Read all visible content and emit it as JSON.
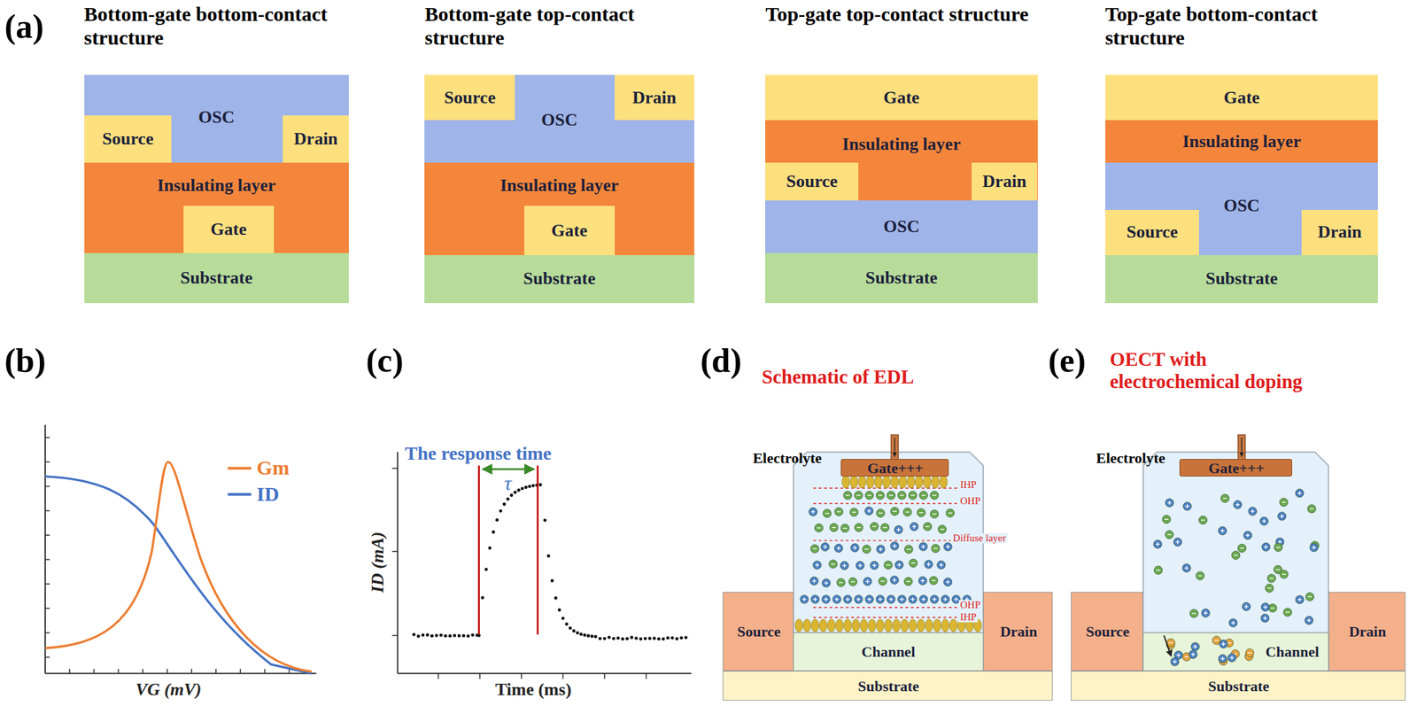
{
  "diagram": {
    "nodes": [
      {
        "text": [
          "OSC"
        ]
      },
      {
        "text": [
          "Source"
        ],
        "in": 0
      },
      {
        "text": [
          "Drain"
        ],
        "in": 0
      },
      {
        "text": [
          "Insulating layer"
        ]
      },
      {
        "text": [
          "Gate"
        ],
        "in": 3
      },
      {
        "text": [
          "Substrate"
        ]
      },
      {
        "text": [
          "OSC"
        ]
      },
      {
        "text": [
          "Source"
        ],
        "in": 6
      },
      {
        "text": [
          "Drain"
        ],
        "in": 6
      },
      {
        "text": [
          "Insulating layer"
        ]
      },
      {
        "text": [
          "Gate"
        ],
        "in": 9
      },
      {
        "text": [
          "Substrate"
        ]
      },
      {
        "text": [
          "Gate"
        ]
      },
      {
        "text": [
          "Insulating layer"
        ]
      },
      {
        "text": [
          "Source"
        ],
        "in": 13
      },
      {
        "text": [
          "Drain"
        ],
        "in": 13
      },
      {
        "text": [
          "OSC"
        ]
      },
      {
        "text": [
          "Substrate"
        ]
      },
      {
        "text": [
          "Gate"
        ]
      },
      {
        "text": [
          "Insulating layer"
        ]
      },
      {
        "text": [
          "OSC"
        ]
      },
      {
        "text": [
          "Source"
        ],
        "in": 20
      },
      {
        "text": [
          "Drain"
        ],
        "in": 20
      },
      {
        "text": [
          "Substrate"
        ]
      },
      {
        "text": [
          "Gate+++"
        ]
      },
      {
        "text": [
          "Source"
        ]
      },
      {
        "text": [
          "Channel"
        ]
      },
      {
        "text": [
          "Drain"
        ]
      },
      {
        "text": [
          "Substrate"
        ]
      },
      {
        "text": [
          "Gate+++"
        ]
      },
      {
        "text": [
          "Source"
        ]
      },
      {
        "text": [
          "Channel"
        ]
      },
      {
        "text": [
          "Drain"
        ]
      },
      {
        "text": [
          "Substrate"
        ]
      }
    ],
    "labels": [
      "(a)",
      "Bottom-gate bottom-contact structure",
      "Bottom-gate top-contact structure",
      "Top-gate top-contact structure",
      "Top-gate bottom-contact structure",
      "(b)",
      "VG (mV)",
      "(c)",
      "The response time",
      "τ",
      "ID (mA)",
      "Time (ms)",
      "(d)",
      "Schematic of EDL",
      "Electrolyte",
      "IHP",
      "OHP",
      "Diffuse layer",
      "OHP",
      "IHP",
      "(e)",
      "OECT with electrochemical doping",
      "Electrolyte"
    ],
    "legend": [
      {
        "text": "Gm"
      },
      {
        "text": "ID"
      }
    ]
  }
}
